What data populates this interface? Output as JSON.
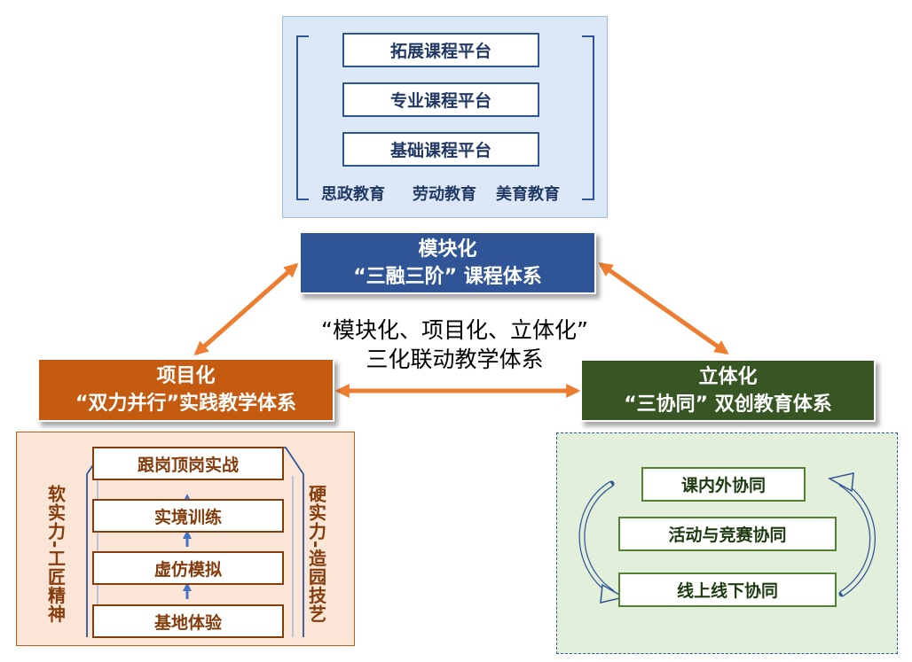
{
  "top_module": {
    "platforms": [
      "拓展课程平台",
      "专业课程平台",
      "基础课程平台"
    ],
    "education": [
      "思政教育",
      "劳动教育",
      "美育教育"
    ],
    "header_line1": "模块化",
    "header_line2": "“三融三阶” 课程体系"
  },
  "center": {
    "line1": "“模块化、项目化、立体化”",
    "line2": "三化联动教学体系"
  },
  "left_module": {
    "header_line1": "项目化",
    "header_line2": "“双力并行”实践教学体系",
    "steps": [
      "跟岗顶岗实战",
      "实境训练",
      "虚仿模拟",
      "基地体验"
    ],
    "left_label": "软实力-工匠精神",
    "right_label": "硬实力-造园技艺"
  },
  "right_module": {
    "header_line1": "立体化",
    "header_line2": "“三协同” 双创教育体系",
    "items": [
      "课内外协同",
      "活动与竞赛协同",
      "线上线下协同"
    ]
  },
  "colors": {
    "blue": "#2f5597",
    "orange": "#c55a11",
    "green": "#375623",
    "arrow": "#ed7d31"
  }
}
